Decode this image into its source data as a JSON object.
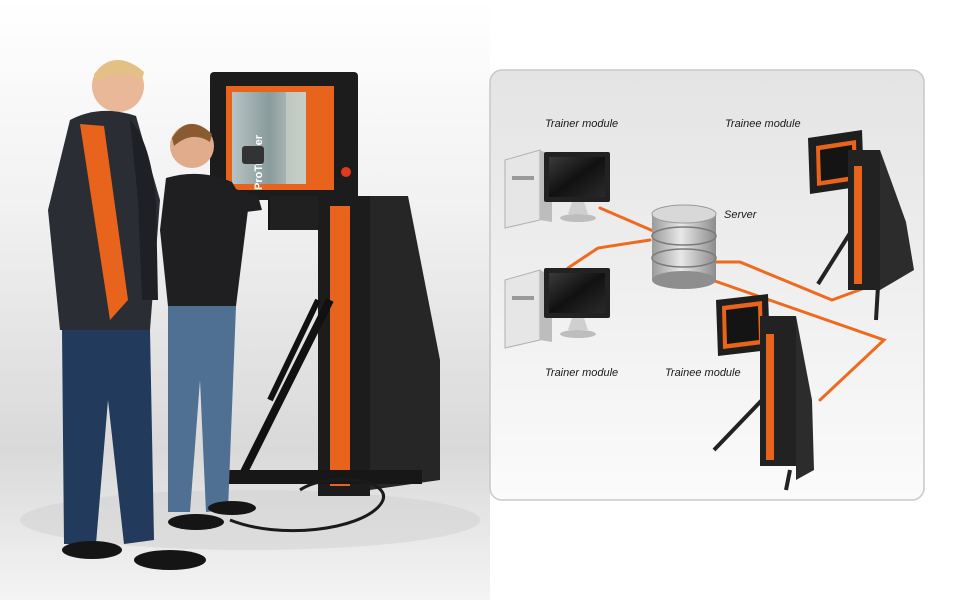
{
  "photo": {
    "device_brand": "ProTrainer",
    "colors": {
      "accent": "#e8641c",
      "frame": "#1c1c1c",
      "screen": "#9fb0b4"
    }
  },
  "diagram": {
    "labels": {
      "trainer_top": "Trainer module",
      "trainee_top": "Trainee module",
      "server": "Server",
      "trainer_bottom": "Trainer module",
      "trainee_bottom": "Trainee module"
    },
    "colors": {
      "link": "#ee6a1e",
      "panel_border": "#c8c8c8",
      "panel_bg": "#ededed"
    }
  }
}
